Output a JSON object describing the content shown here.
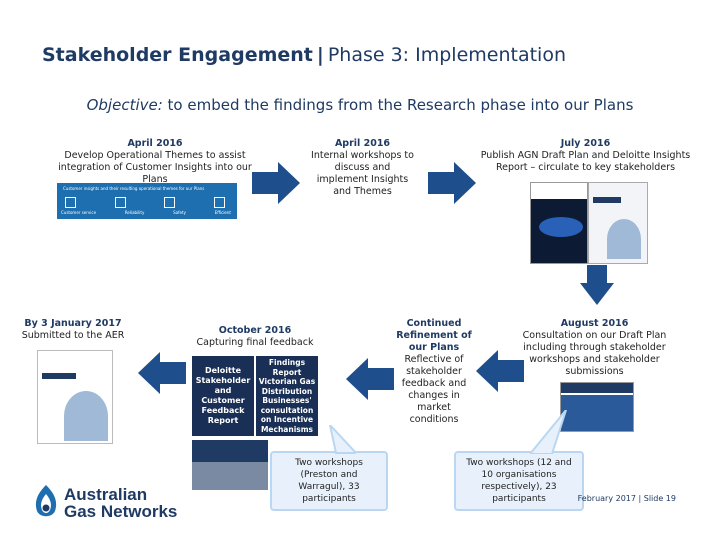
{
  "header": {
    "title_bold": "Stakeholder Engagement",
    "separator": "|",
    "title_rest": "Phase 3: Implementation"
  },
  "objective": {
    "label": "Objective:",
    "text": " to embed the findings from the Research phase into our Plans"
  },
  "steps": {
    "s1": {
      "date": "April 2016",
      "text": "Develop Operational Themes to assist integration of Customer Insights into our Plans"
    },
    "s2": {
      "date": "April 2016",
      "text": "Internal workshops to discuss and implement Insights and Themes"
    },
    "s3": {
      "date": "July 2016",
      "text": "Publish AGN Draft Plan and Deloitte Insights Report – circulate to key stakeholders"
    },
    "s4": {
      "date": "August 2016",
      "text": "Consultation on our Draft Plan including through stakeholder workshops and stakeholder submissions"
    },
    "s5": {
      "title": "Continued Refinement of our Plans",
      "text": "Reflective of stakeholder feedback and changes in market conditions"
    },
    "s6": {
      "date": "October 2016",
      "text": "Capturing final feedback"
    },
    "s7": {
      "date": "By 3 January 2017",
      "text": "Submitted to the AER"
    }
  },
  "reports": {
    "deloitte": "Deloitte Stakeholder and Customer Feedback Report",
    "findings": "Findings Report Victorian Gas Distribution Businesses' consultation on Incentive Mechanisms"
  },
  "thumb1": {
    "heading": "Customer insights and their resulting operational themes for our Plans",
    "labels": [
      "Customer service",
      "Reliability",
      "Safety",
      "Efficient"
    ]
  },
  "bubbles": {
    "b1": "Two workshops (Preston and Warragul), 33 participants",
    "b2": "Two workshops (12 and 10 organisations respectively), 23 participants"
  },
  "logo": {
    "line1": "Australian",
    "line2": "Gas Networks"
  },
  "footer": {
    "text": "February 2017 | Slide 19"
  },
  "colors": {
    "navy": "#1f3a63",
    "arrow": "#1f4e8c",
    "bubble_fill": "#e8f1fb",
    "bubble_border": "#b9d7f2"
  }
}
